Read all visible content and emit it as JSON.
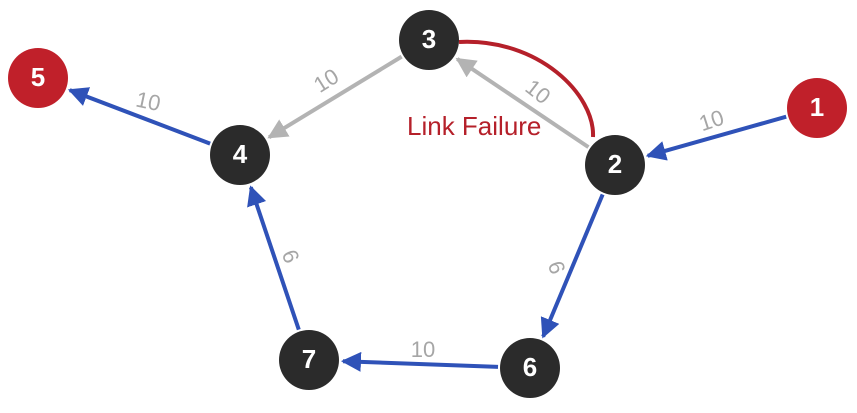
{
  "colors": {
    "node_dark": "#2b2b2b",
    "node_highlight": "#c0202a",
    "edge_active": "#2f52b8",
    "edge_inactive": "#b3b3b3",
    "edge_failed": "#b5202a",
    "weight_text": "#a6a6a6",
    "failure_text": "#b5202a"
  },
  "nodes": [
    {
      "id": "1",
      "label": "1",
      "highlight": true
    },
    {
      "id": "2",
      "label": "2",
      "highlight": false
    },
    {
      "id": "3",
      "label": "3",
      "highlight": false
    },
    {
      "id": "4",
      "label": "4",
      "highlight": false
    },
    {
      "id": "5",
      "label": "5",
      "highlight": true
    },
    {
      "id": "6",
      "label": "6",
      "highlight": false
    },
    {
      "id": "7",
      "label": "7",
      "highlight": false
    }
  ],
  "edges": [
    {
      "id": "e1-2",
      "from": "1",
      "to": "2",
      "weight": "10",
      "state": "active"
    },
    {
      "id": "e2-3",
      "from": "2",
      "to": "3",
      "weight": "10",
      "state": "inactive"
    },
    {
      "id": "e3-4",
      "from": "3",
      "to": "4",
      "weight": "10",
      "state": "inactive"
    },
    {
      "id": "e4-5",
      "from": "4",
      "to": "5",
      "weight": "10",
      "state": "active"
    },
    {
      "id": "e2-6",
      "from": "2",
      "to": "6",
      "weight": "6",
      "state": "active"
    },
    {
      "id": "e6-7",
      "from": "6",
      "to": "7",
      "weight": "10",
      "state": "active"
    },
    {
      "id": "e7-4",
      "from": "7",
      "to": "4",
      "weight": "6",
      "state": "active"
    }
  ],
  "failure": {
    "from": "2",
    "to": "3",
    "label": "Link Failure"
  }
}
